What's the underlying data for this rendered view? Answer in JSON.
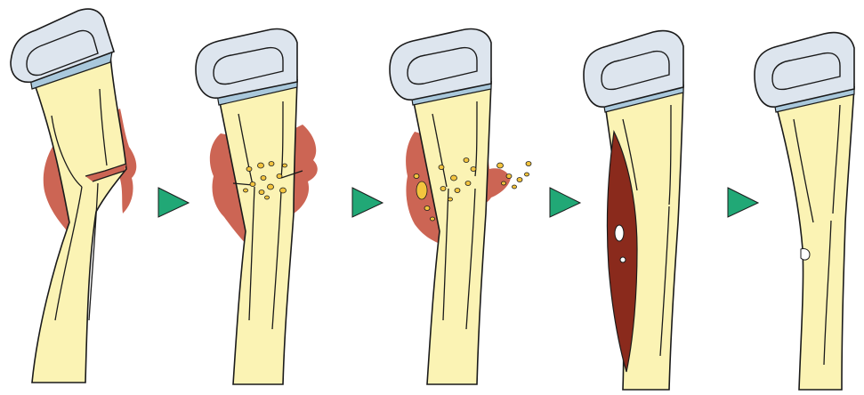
{
  "diagram": {
    "stages": [
      {
        "name": "stage-1-hematoma"
      },
      {
        "name": "stage-2-inflammation"
      },
      {
        "name": "stage-3-soft-callus"
      },
      {
        "name": "stage-4-hard-callus"
      },
      {
        "name": "stage-5-remodeling"
      }
    ],
    "arrows": [
      {
        "name": "arrow-1"
      },
      {
        "name": "arrow-2"
      },
      {
        "name": "arrow-3"
      },
      {
        "name": "arrow-4"
      }
    ]
  },
  "colors": {
    "bone": "#fbf3b4",
    "cartilage": "#dde5ee",
    "cartilage_band": "#a9c8dc",
    "hematoma": "#cc6554",
    "hard_callus": "#8a2a1c",
    "cells": "#f3c43e",
    "arrow": "#21a876",
    "outline": "#1a1a1a"
  }
}
